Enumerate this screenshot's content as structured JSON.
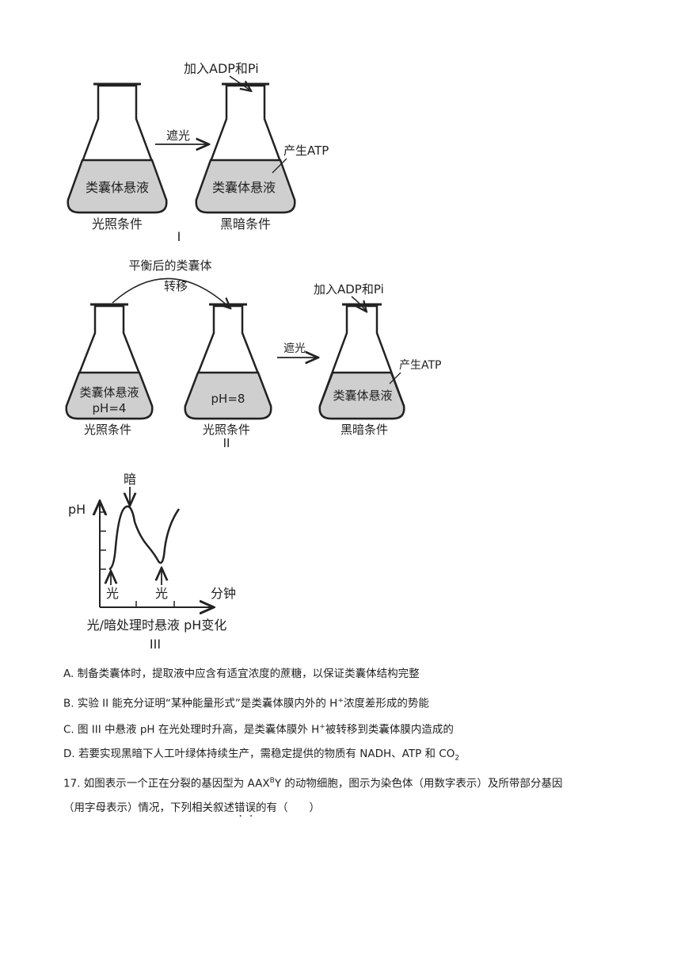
{
  "figure1": {
    "add_label": "加入ADP和Pi",
    "shade_label": "遮光",
    "produce_label": "产生ATP",
    "flask_left_text": "类囊体悬液",
    "flask_right_text": "类囊体悬液",
    "caption_left": "光照条件",
    "caption_right": "黑暗条件",
    "roman": "I"
  },
  "figure2": {
    "transfer_line1": "平衡后的类囊体",
    "transfer_line2": "转移",
    "add_label": "加入ADP和Pi",
    "shade_label": "遮光",
    "produce_label": "产生ATP",
    "flask1_text": "类囊体悬液",
    "flask1_ph": "pH=4",
    "flask2_ph": "pH=8",
    "flask3_text": "类囊体悬液",
    "caption1": "光照条件",
    "caption2": "光照条件",
    "caption3": "黑暗条件",
    "roman": "II"
  },
  "figure3": {
    "ylabel": "pH",
    "xlabel": "分钟",
    "dark_label": "暗",
    "light_label_1": "光",
    "light_label_2": "光",
    "caption": "光/暗处理时悬液 pH变化",
    "roman": "III"
  },
  "options": {
    "a": "A. 制备类囊体时，提取液中应含有适宜浓度的蔗糖，以保证类囊体结构完整",
    "b_pre": "B. 实验 II 能充分证明“某种能量形式”是类囊体膜内外的 H",
    "b_sup": "+",
    "b_post": "浓度差形成的势能",
    "c_pre": "C. 图 III 中悬液 pH 在光处理时升高，是类囊体膜外 H",
    "c_sup": "+",
    "c_post": "被转移到类囊体膜内造成的",
    "d_pre": "D. 若要实现黑暗下人工叶绿体持续生产，需稳定提供的物质有 NADH、ATP 和 CO",
    "d_sub": "2"
  },
  "question17": {
    "line1_pre": "17. 如图表示一个正在分裂的基因型为 AAX",
    "line1_sup": "B",
    "line1_post": "Y 的动物细胞，图示为染色体（用数字表示）及所带部分基因",
    "line2_pre": "（用字母表示）情况，下列相关叙述",
    "line2_emph1": "错",
    "line2_emph2": "误",
    "line2_post": "的有（　　）"
  }
}
